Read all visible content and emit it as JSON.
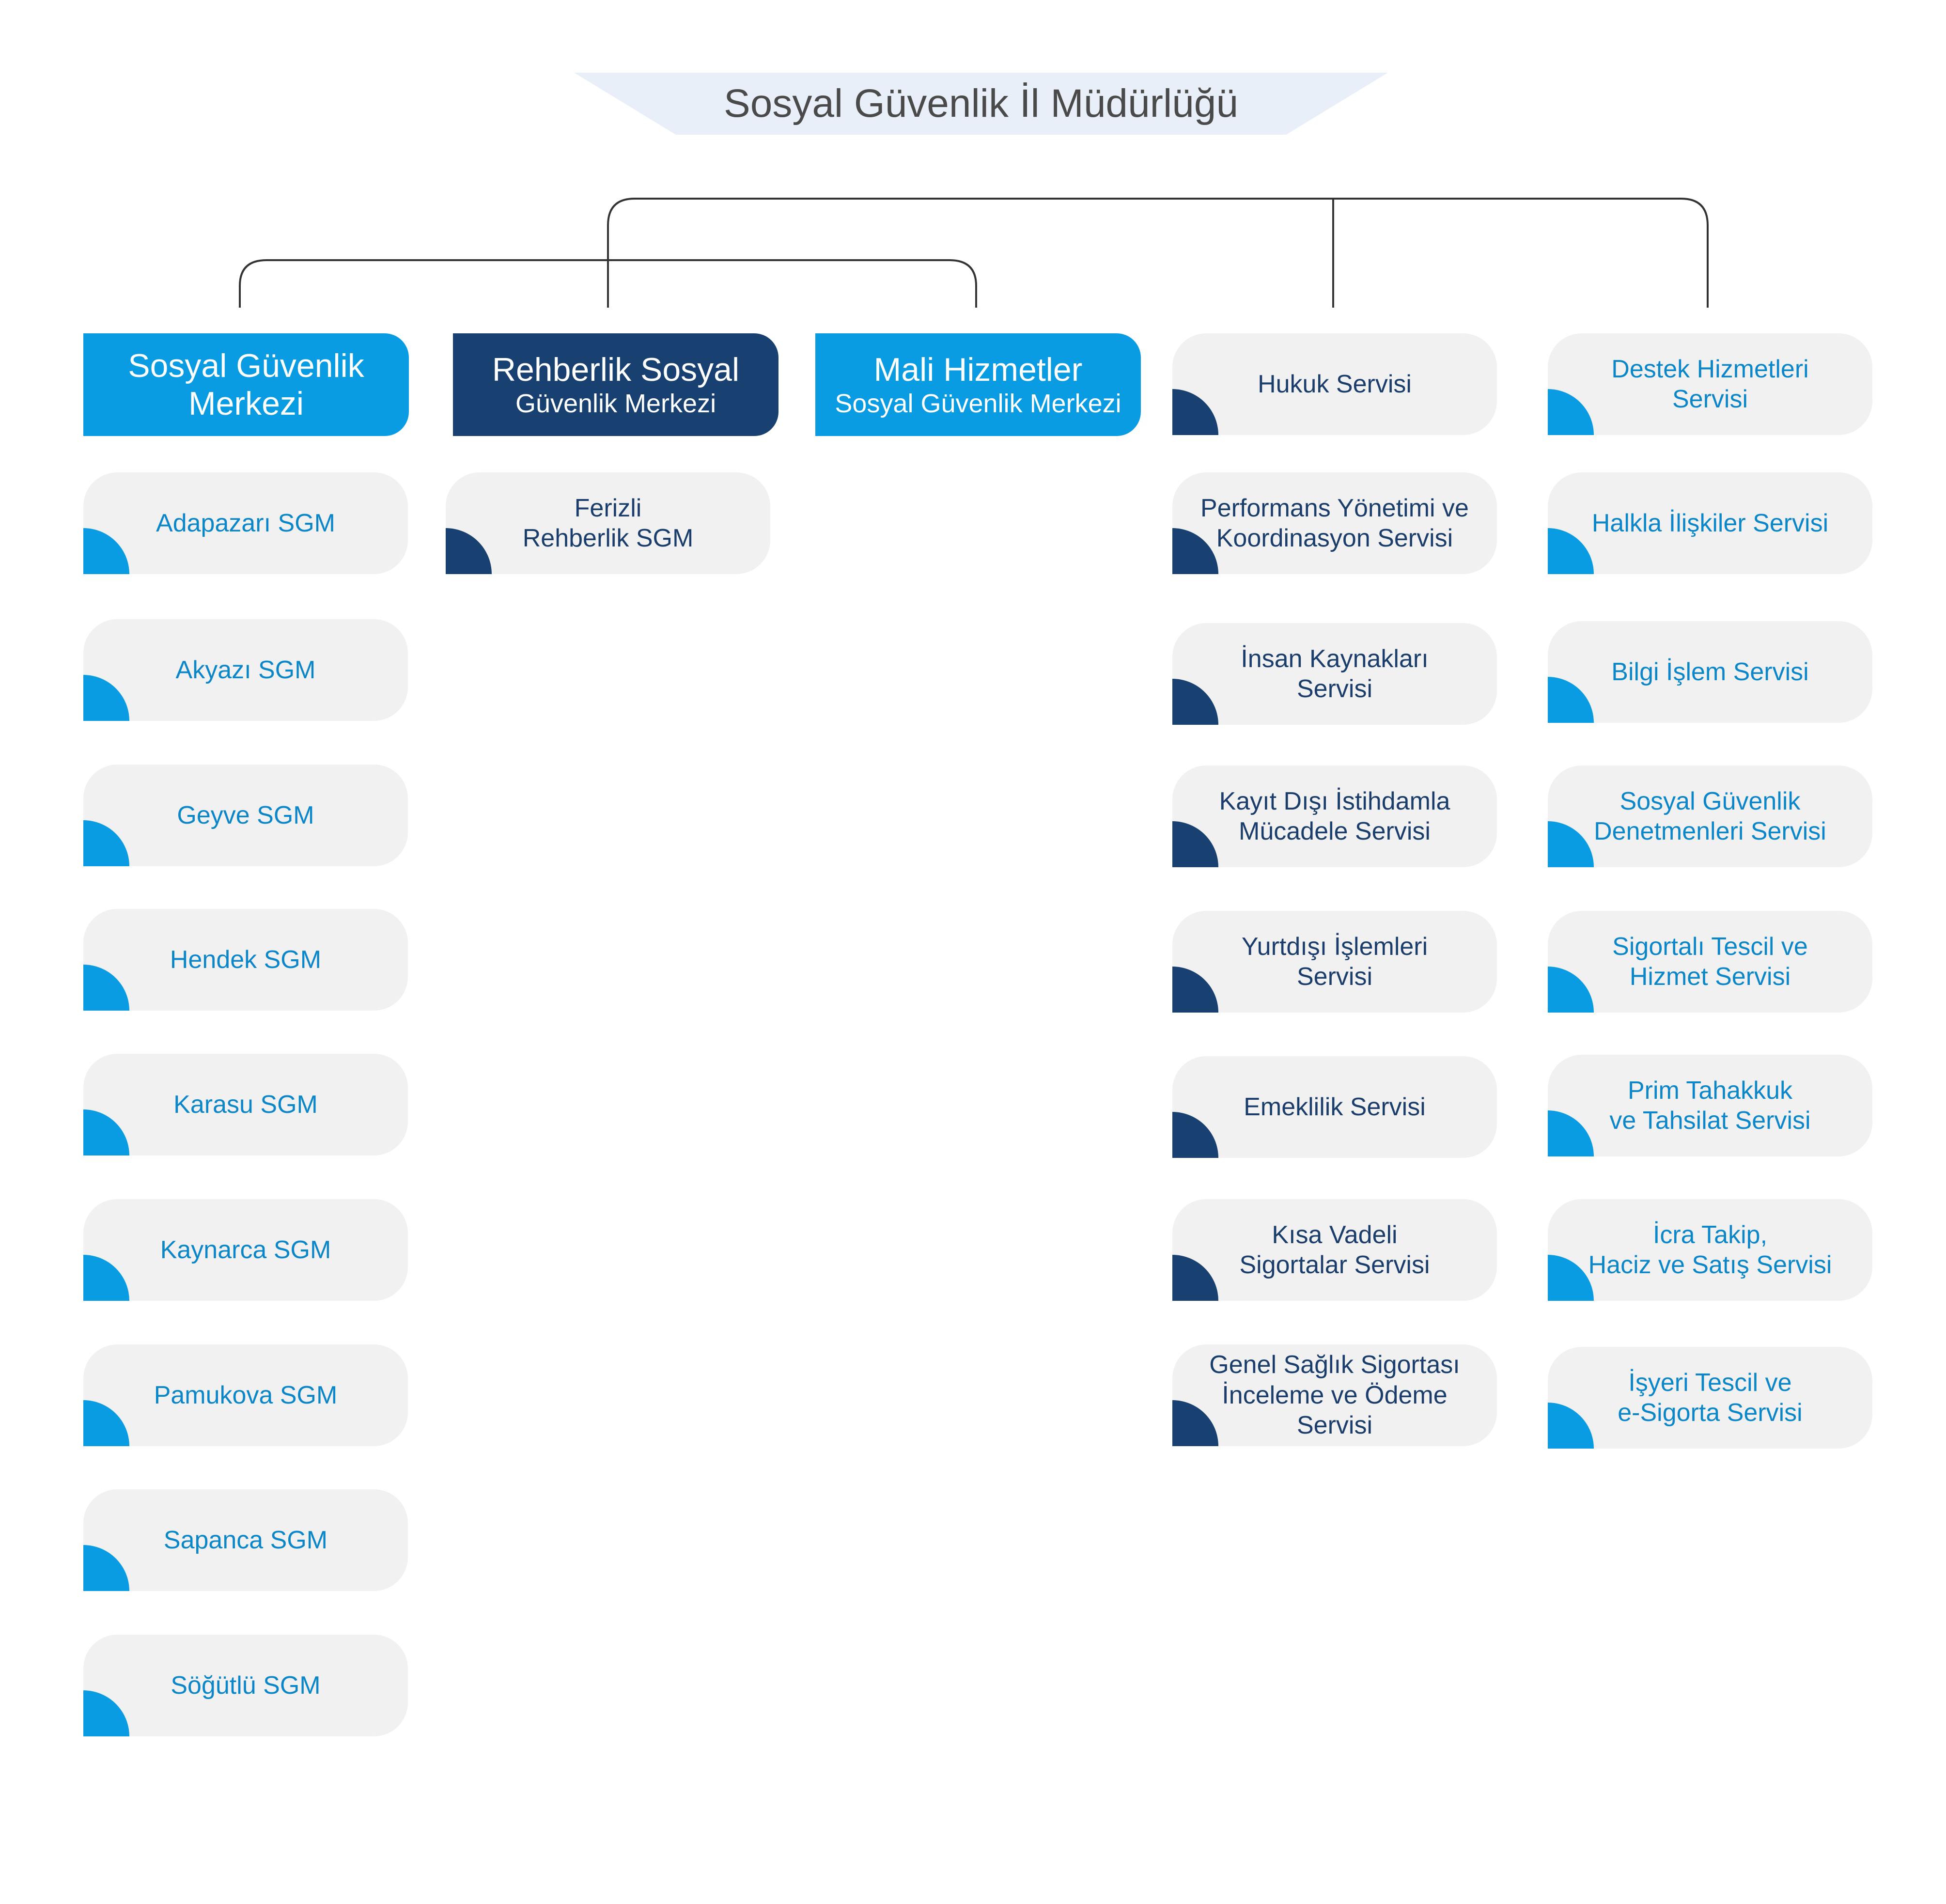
{
  "title": "Sosyal Güvenlik İl Müdürlüğü",
  "colors": {
    "light_blue": "#0a9ce3",
    "dark_blue": "#184172",
    "card_bg": "#f1f1f1",
    "banner_bg": "#e8eff9",
    "connector": "#333333"
  },
  "departments": [
    {
      "title": "Sosyal Güvenlik",
      "subtitle": "Merkezi",
      "color": "light_blue"
    },
    {
      "title": "Rehberlik Sosyal",
      "subtitle": "Güvenlik Merkezi",
      "color": "dark_blue"
    },
    {
      "title": "Mali Hizmetler",
      "subtitle": "Sosyal Güvenlik Merkezi",
      "color": "light_blue"
    }
  ],
  "sgm_units": [
    "Adapazarı SGM",
    "Akyazı SGM",
    "Geyve SGM",
    "Hendek SGM",
    "Karasu SGM",
    "Kaynarca SGM",
    "Pamukova SGM",
    "Sapanca SGM",
    "Söğütlü SGM"
  ],
  "rehberlik_units": [
    [
      "Ferizli",
      "Rehberlik SGM"
    ]
  ],
  "services_left": [
    [
      "Hukuk Servisi"
    ],
    [
      "Performans Yönetimi ve",
      "Koordinasyon Servisi"
    ],
    [
      "İnsan Kaynakları",
      "Servisi"
    ],
    [
      "Kayıt Dışı İstihdamla",
      "Mücadele Servisi"
    ],
    [
      "Yurtdışı İşlemleri",
      "Servisi"
    ],
    [
      "Emeklilik Servisi"
    ],
    [
      "Kısa Vadeli",
      "Sigortalar Servisi"
    ],
    [
      "Genel Sağlık Sigortası",
      "İnceleme ve Ödeme Servisi"
    ]
  ],
  "services_right": [
    [
      "Destek Hizmetleri",
      "Servisi"
    ],
    [
      "Halkla İlişkiler Servisi"
    ],
    [
      "Bilgi İşlem Servisi"
    ],
    [
      "Sosyal Güvenlik",
      "Denetmenleri Servisi"
    ],
    [
      "Sigortalı Tescil ve",
      "Hizmet Servisi"
    ],
    [
      "Prim Tahakkuk",
      "ve Tahsilat Servisi"
    ],
    [
      "İcra Takip,",
      "Haciz ve Satış Servisi"
    ],
    [
      "İşyeri Tescil ve",
      "e-Sigorta Servisi"
    ]
  ]
}
